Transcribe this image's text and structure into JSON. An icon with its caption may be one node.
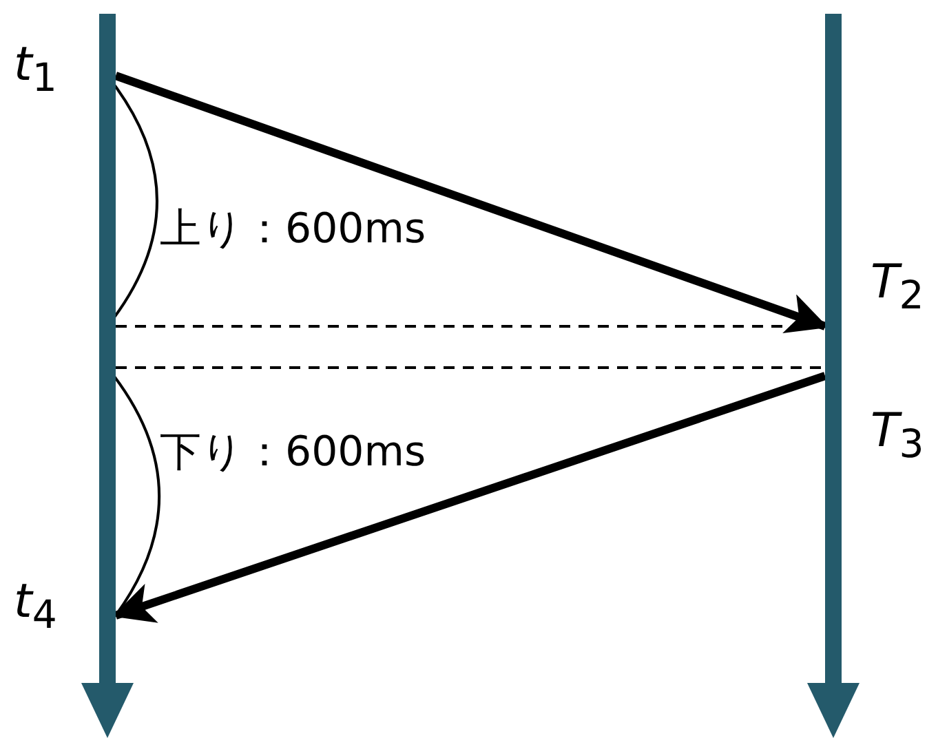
{
  "diagram": {
    "nodes": [
      {
        "text": [],
        "shape": "bar"
      },
      {
        "text": [],
        "shape": "bar"
      }
    ],
    "edges": [
      {
        "from": 0,
        "to": 1,
        "arrow": "to"
      },
      {
        "from": 1,
        "to": 0,
        "arrow": "to"
      }
    ],
    "labels": [
      "*t*$_{1}$",
      "上り：600ms",
      "*T*$_{2}$",
      "*T*$_{3}$",
      "下り：600ms",
      "*t*$_{4}$"
    ]
  }
}
